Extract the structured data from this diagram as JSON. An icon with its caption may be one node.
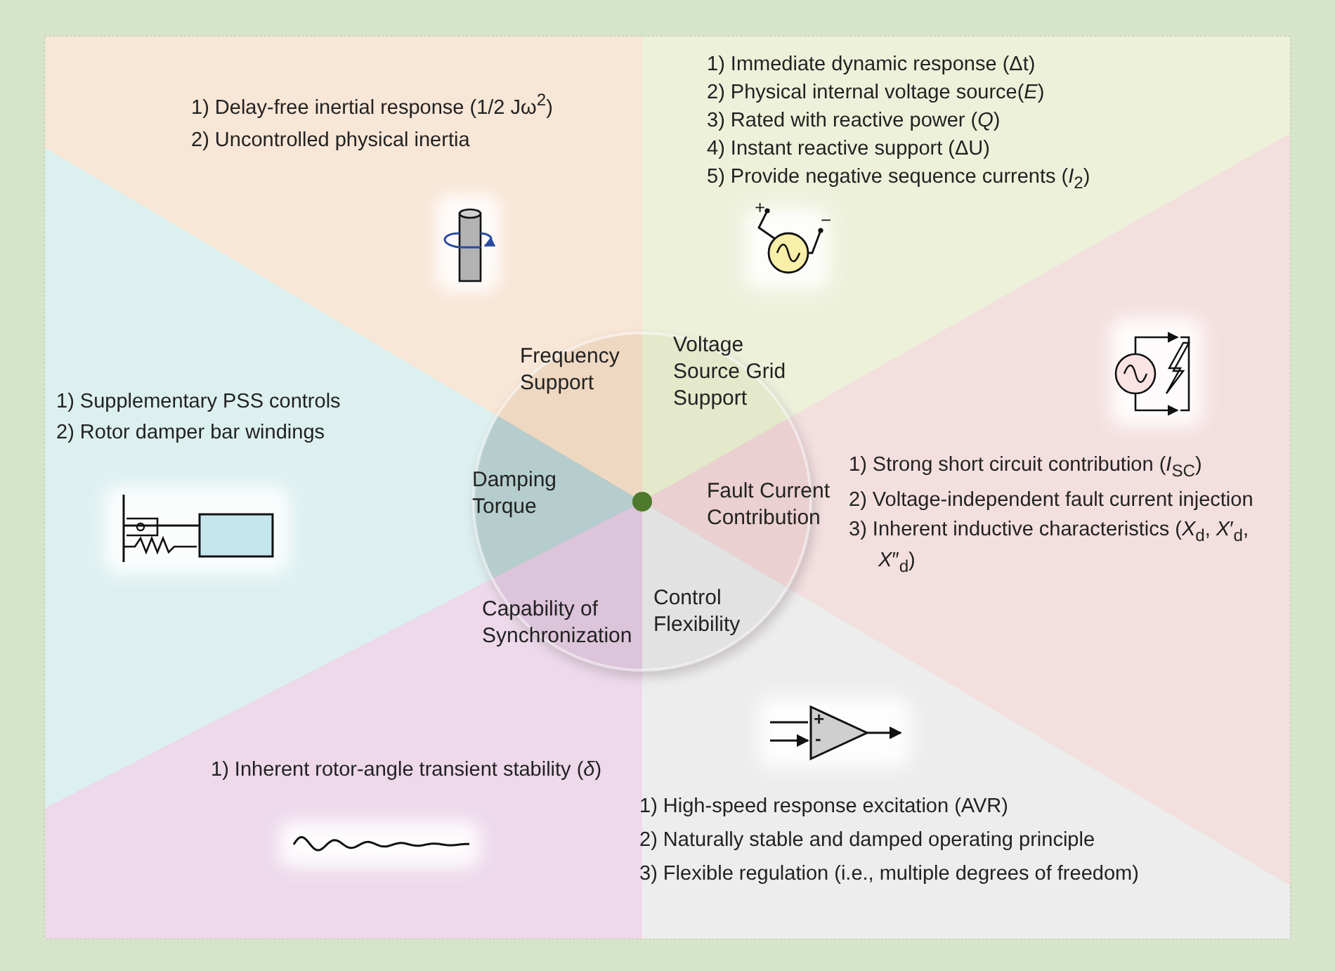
{
  "diagram": {
    "nodes": [
      {
        "text": [
          "1) Delay-free inertial response (1/2 Jω$^{2}$)",
          "2) Uncontrolled physical inertia",
          "Frequency Support"
        ]
      },
      {
        "text": [
          "1) Immediate dynamic response (Δt)",
          "2) Physical internal voltage source(*E*)",
          "3) Rated with reactive power (*Q*)",
          "4) Instant reactive support (ΔU)",
          "5) Provide negative sequence currents (*I*$_{2}$)",
          "Voltage Source Grid Support"
        ]
      },
      {
        "text": [
          "Fault Current Contribution",
          "1) Strong short circuit contribution (*I*$_{SC}$)",
          "2) Voltage-independent fault current injection",
          "3) Inherent inductive characteristics (*X*$_{d}$, *X*′$_{d}$, *X*″$_{d}$)"
        ]
      },
      {
        "text": [
          "Control Flexibility",
          "1) High-speed response excitation (AVR)",
          "2) Naturally stable and damped operating principle",
          "3) Flexible regulation (i.e., multiple degrees of freedom)"
        ]
      },
      {
        "text": [
          "Capability of Synchronization",
          "1) Inherent rotor-angle transient stability (*δ*)"
        ]
      },
      {
        "text": [
          "1) Supplementary PSS controls",
          "2) Rotor damper bar windings",
          "Damping Torque"
        ]
      }
    ],
    "labels": [
      "+",
      "−",
      "+",
      "-"
    ]
  }
}
